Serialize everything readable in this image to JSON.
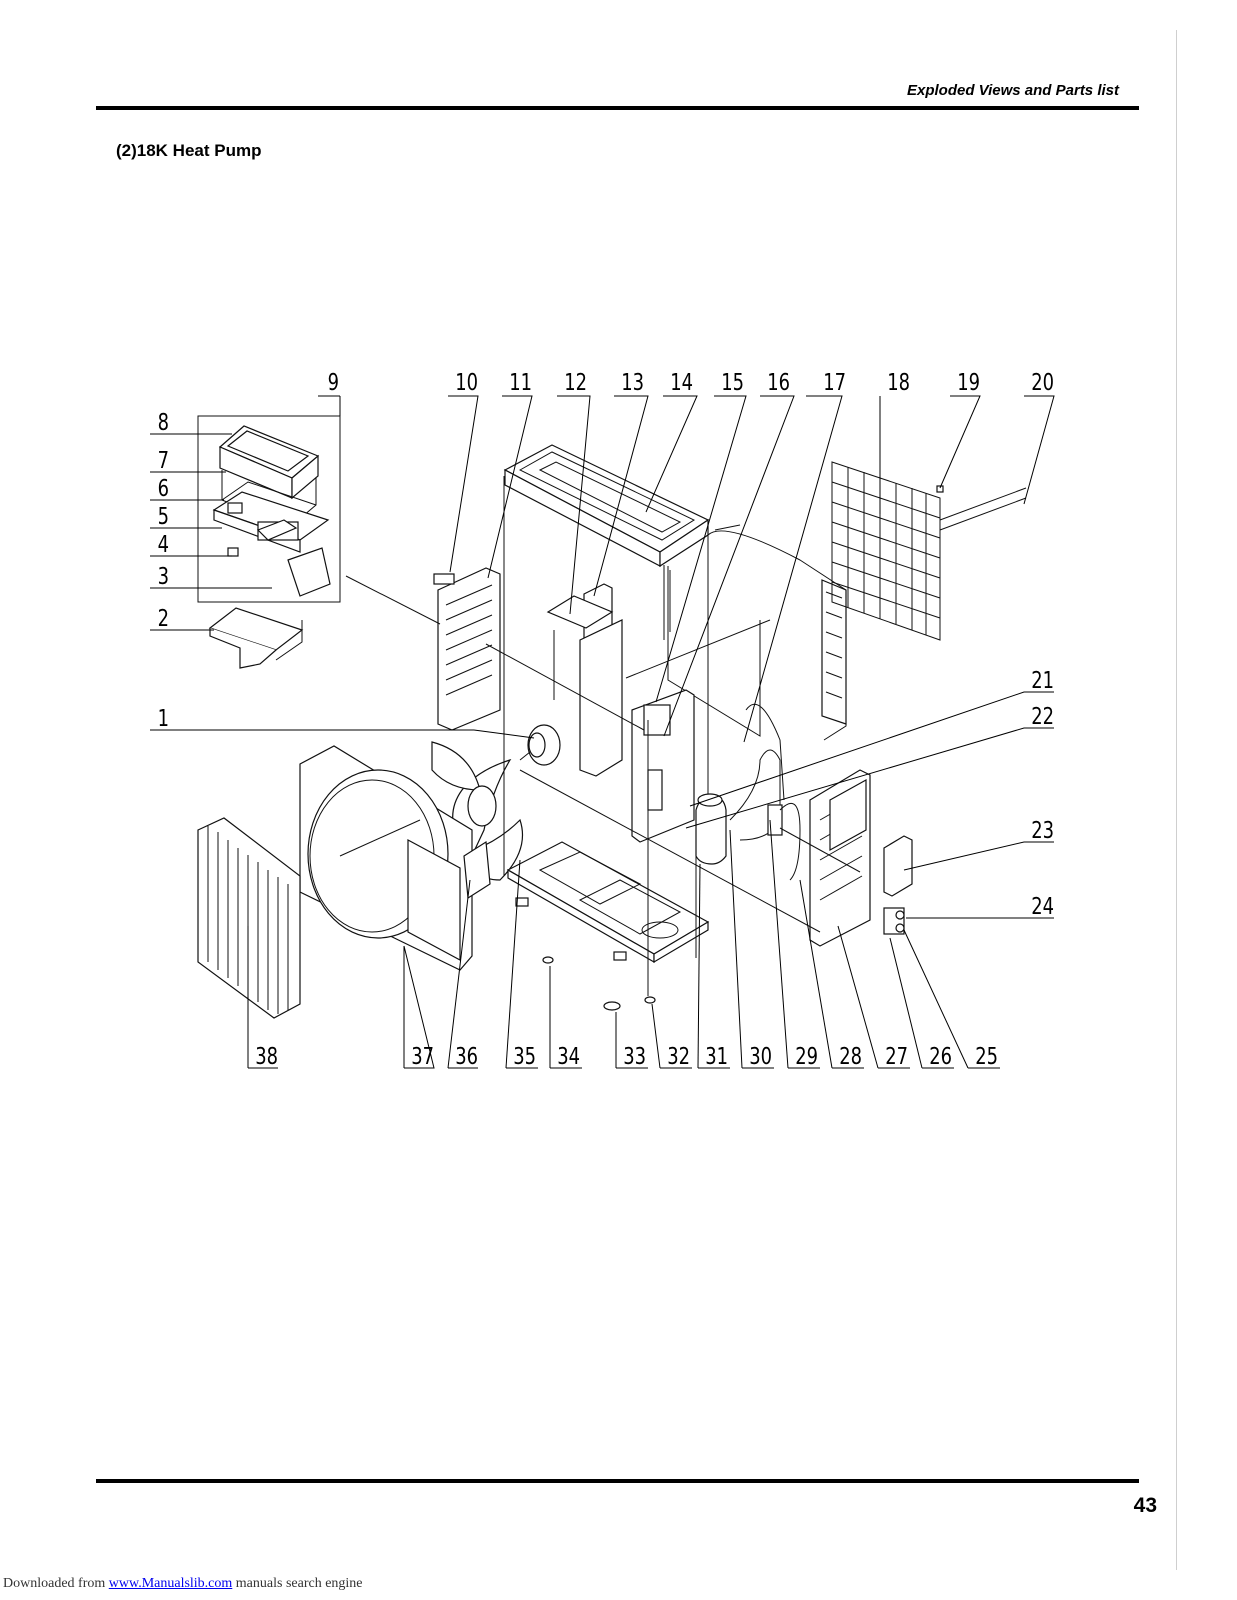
{
  "header": {
    "title": "Exploded Views and Parts list"
  },
  "section": {
    "title": "(2)18K Heat Pump"
  },
  "diagram": {
    "part_labels": [
      "1",
      "2",
      "3",
      "4",
      "5",
      "6",
      "7",
      "8",
      "9",
      "10",
      "11",
      "12",
      "13",
      "14",
      "15",
      "16",
      "17",
      "18",
      "19",
      "20",
      "21",
      "22",
      "23",
      "24",
      "25",
      "26",
      "27",
      "28",
      "29",
      "30",
      "31",
      "32",
      "33",
      "34",
      "35",
      "36",
      "37",
      "38"
    ]
  },
  "page": {
    "number": "43"
  },
  "footer": {
    "prefix": "Downloaded from ",
    "link_text": "www.Manualslib.com",
    "suffix": "  manuals search engine"
  }
}
